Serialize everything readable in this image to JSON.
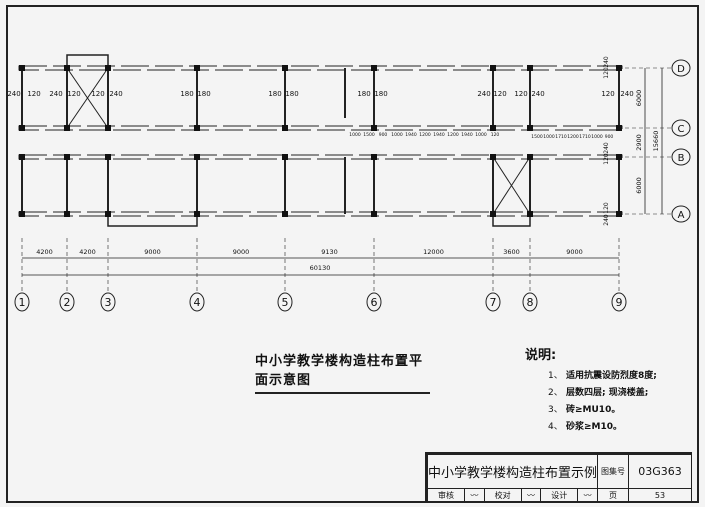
{
  "axes_numbered": [
    "1",
    "2",
    "3",
    "4",
    "5",
    "6",
    "7",
    "8",
    "9"
  ],
  "axes_lettered": [
    "D",
    "C",
    "B",
    "A"
  ],
  "bay_dimensions": [
    "4200",
    "4200",
    "9000",
    "9000",
    "9130",
    "12000",
    "3600",
    "9000"
  ],
  "total_length": "60130",
  "depth_dimensions": [
    "6000",
    "2900",
    "6000"
  ],
  "total_depth": "15660",
  "wall_labels": [
    "240",
    "120",
    "240",
    "120",
    "120",
    "240",
    "180",
    "180",
    "180",
    "180",
    "180",
    "180",
    "240",
    "120",
    "120",
    "240",
    "120",
    "240"
  ],
  "window_dims_upper": [
    "1000",
    "1500",
    "900",
    "1000",
    "1940",
    "1200",
    "1940",
    "1200",
    "1940",
    "1000",
    "120"
  ],
  "window_dims_lower": [
    "1500",
    "1000",
    "1710",
    "1200",
    "1710",
    "1000",
    "900"
  ],
  "edge_labels": [
    "120",
    "240",
    "120",
    "240",
    "240",
    "120"
  ],
  "plan_title": "中小学教学楼构造柱布置平面示意图",
  "notes_heading": "说明:",
  "notes": [
    {
      "num": "1、",
      "text": "适用抗震设防烈度8度;"
    },
    {
      "num": "2、",
      "text": "层数四层; 现浇楼盖;"
    },
    {
      "num": "3、",
      "text": "砖≥MU10。"
    },
    {
      "num": "4、",
      "text": "砂浆≥M10。"
    }
  ],
  "title_block": {
    "title": "中小学教学楼构造柱布置示例",
    "atlas_label": "图集号",
    "atlas_no": "03G363",
    "review_label": "审核",
    "check_label": "校对",
    "design_label": "设计",
    "page_label": "页",
    "page_no": "53"
  }
}
